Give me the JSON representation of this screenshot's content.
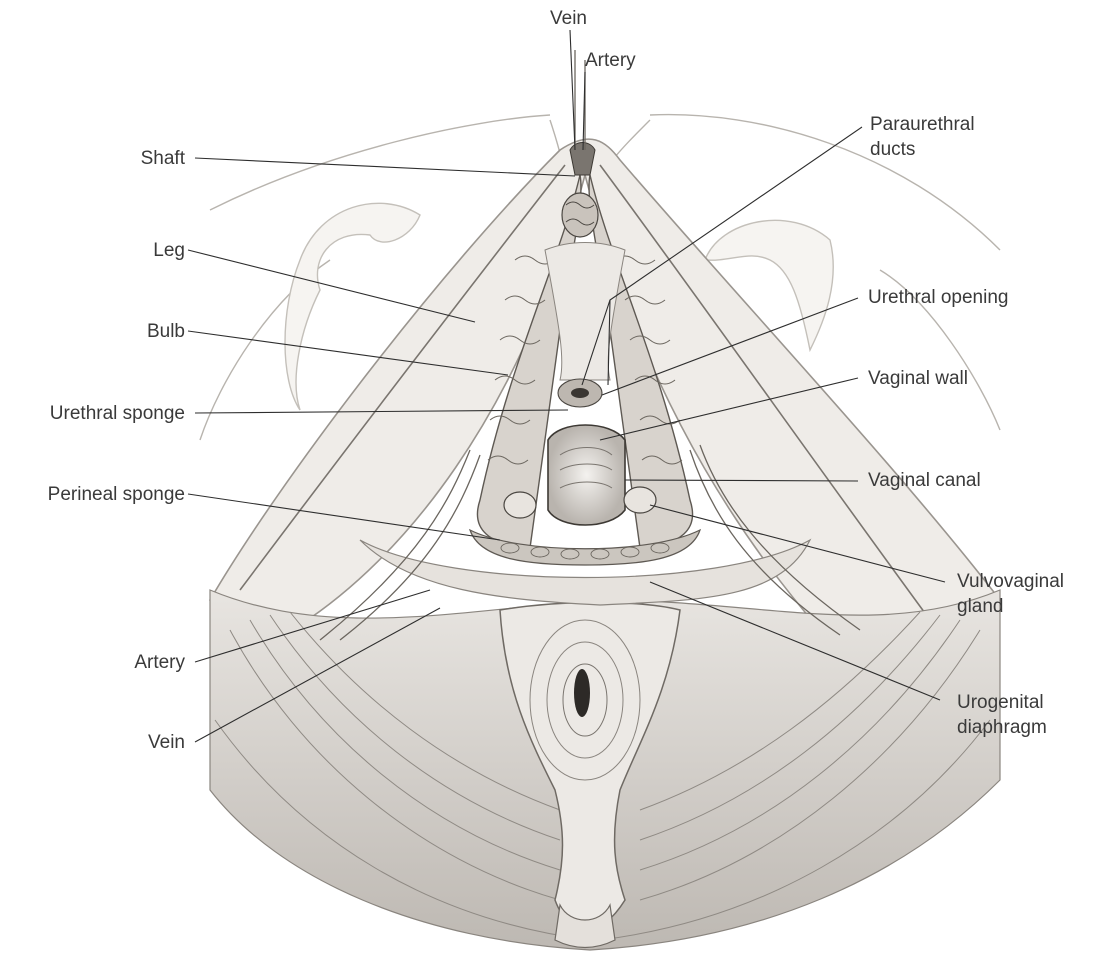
{
  "diagram": {
    "labels": {
      "vein_top": "Vein",
      "artery_top": "Artery",
      "shaft": "Shaft",
      "leg": "Leg",
      "bulb": "Bulb",
      "urethral_sponge": "Urethral sponge",
      "perineal_sponge": "Perineal sponge",
      "artery_bottom": "Artery",
      "vein_bottom": "Vein",
      "paraurethral_ducts": [
        "Paraurethral",
        "ducts"
      ],
      "urethral_opening": "Urethral opening",
      "vaginal_wall": "Vaginal wall",
      "vaginal_canal": "Vaginal canal",
      "vulvovaginal_gland": [
        "Vulvovaginal",
        "gland"
      ],
      "urogenital_diaphragm": [
        "Urogenital",
        "diaphragm"
      ]
    },
    "colors": {
      "ink": "#3a3a3a",
      "line": "#2e2e2e",
      "tissue": "#f1efec",
      "shade": "#d9d6d2",
      "dark": "#5a5652"
    }
  }
}
